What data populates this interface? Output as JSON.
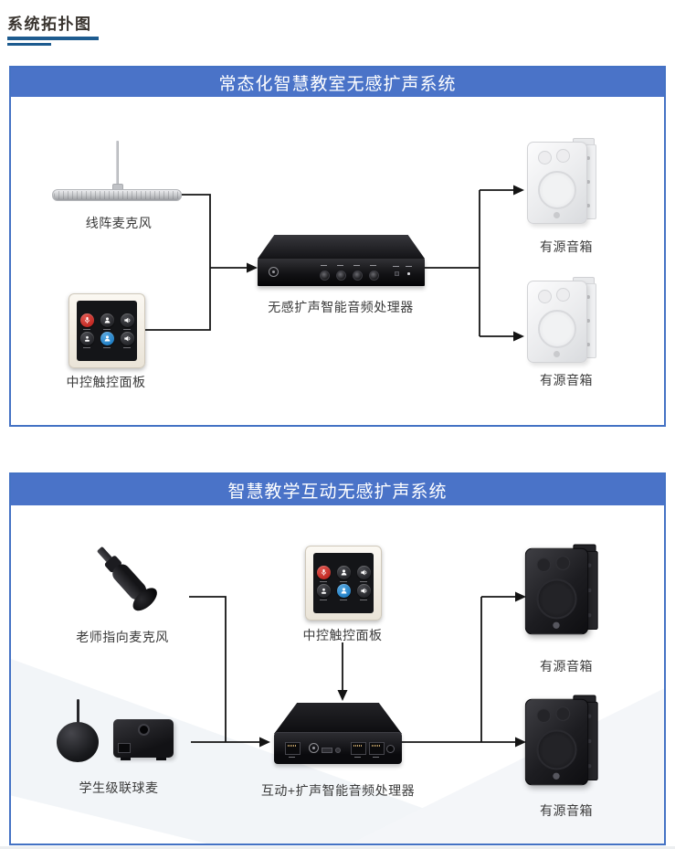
{
  "page_title": "系统拓扑图",
  "colors": {
    "title_underline": "#1d5b8f",
    "panel_border": "#4472c4",
    "panel_header_bg": "#4a73c8",
    "panel_header_text": "#ffffff",
    "connector": "#141414",
    "touch_button_red": "#c22a24",
    "touch_button_blue": "#2280c6"
  },
  "panel1": {
    "title": "常态化智慧教室无感扩声系统",
    "nodes": {
      "line_array_mic": "线阵麦克风",
      "touch_panel": "中控触控面板",
      "processor": "无感扩声智能音频处理器",
      "speaker_top": "有源音箱",
      "speaker_bottom": "有源音箱"
    },
    "connections": [
      "line_array_mic -> processor",
      "touch_panel -> processor",
      "processor -> speaker_top",
      "processor -> speaker_bottom"
    ]
  },
  "panel2": {
    "title": "智慧教学互动无感扩声系统",
    "nodes": {
      "teacher_mic": "老师指向麦克风",
      "touch_panel": "中控触控面板",
      "student_mic": "学生级联球麦",
      "processor": "互动+扩声智能音频处理器",
      "speaker_top": "有源音箱",
      "speaker_bottom": "有源音箱"
    },
    "connections": [
      "teacher_mic -> processor",
      "student_mic -> processor",
      "touch_panel -> processor",
      "processor -> speaker_top",
      "processor -> speaker_bottom"
    ]
  }
}
